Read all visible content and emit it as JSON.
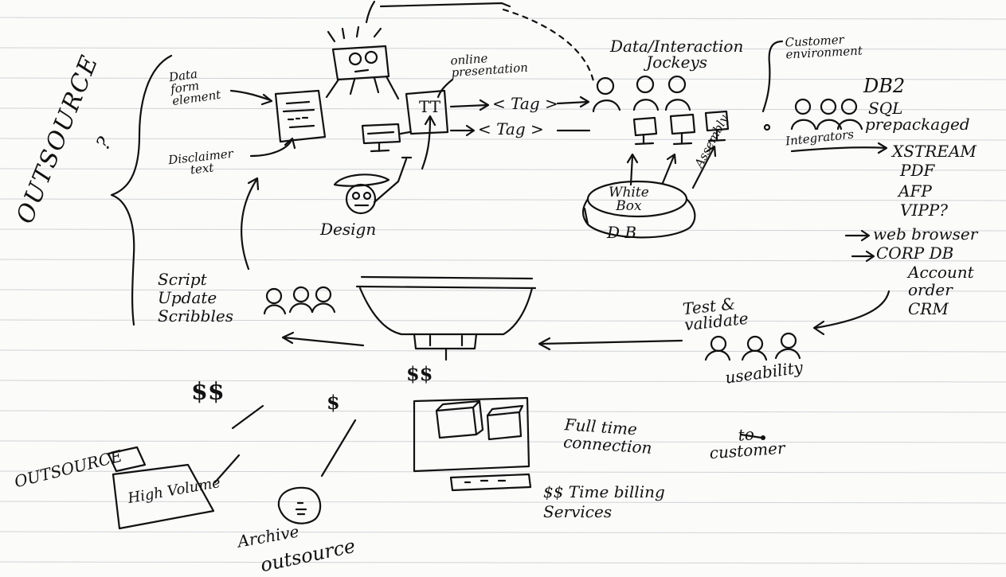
{
  "colors": {
    "paper": "#fbfbfa",
    "ink": "#111111",
    "rule": "#cfd3d6"
  },
  "labels": {
    "outsource_vertical": "OUTSOURCE",
    "outsource_question": "?",
    "data_form_element": "Data\nform\nelement",
    "disclaimer_text": "Disclaimer\ntext",
    "online_presentation": "online\npresentation",
    "tag_1": "< Tag >",
    "tag_2": "< Tag >",
    "tt_mark": "TT",
    "design": "Design",
    "data_interaction_jockeys": "Data/Interaction\nJockeys",
    "customer_environment": "Customer\nenvironment",
    "white_box": "White\nBox",
    "db": "D B",
    "assembly": "Assembly",
    "integrators": "Integrators",
    "db2": "DB2",
    "sql": "SQL",
    "prepackaged": "prepackaged",
    "outputs": [
      "XSTREAM",
      "PDF",
      "AFP",
      "VIPP?"
    ],
    "web_browser": "web browser",
    "corp_db": "CORP DB",
    "corp_items": [
      "Account",
      "order",
      "CRM"
    ],
    "test_validate": "Test &\nvalidate",
    "useability": "useability",
    "script_update_scribbles": "Script\nUpdate\nScribbles",
    "money_funnel": "$$",
    "money_left": "$$",
    "money_archive": "$",
    "full_time_connection": "Full time\nconnection",
    "to_customer": "to\ncustomer",
    "time_billing_services": "$$ Time billing\nServices",
    "outsource_bottom": "OUTSOURCE",
    "high_volume": "High Volume",
    "archive": "Archive",
    "outsource_archive": "outsource"
  }
}
